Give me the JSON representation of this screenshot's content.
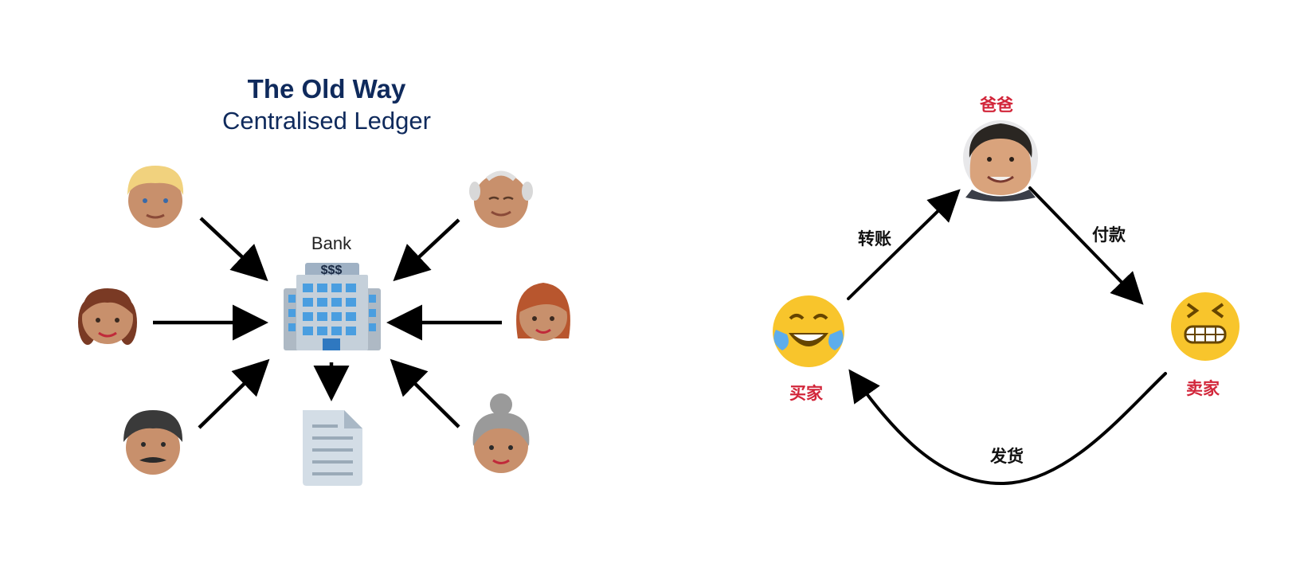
{
  "left_diagram": {
    "title": "The Old Way",
    "subtitle": "Centralised Ledger",
    "bank_label": "Bank",
    "bank_sign": "$$$",
    "people_icons": [
      "person-blond-icon",
      "person-girl-icon",
      "person-mustache-icon",
      "person-bald-elder-icon",
      "person-woman-icon",
      "person-grandmother-icon"
    ],
    "ledger_icon": "document-icon"
  },
  "right_diagram": {
    "center_label": "爸爸",
    "buyer_label": "买家",
    "seller_label": "卖家",
    "edge_buyer_to_center": "转账",
    "edge_center_to_seller": "付款",
    "edge_seller_to_buyer": "发货",
    "label_color": "#d2263a"
  }
}
